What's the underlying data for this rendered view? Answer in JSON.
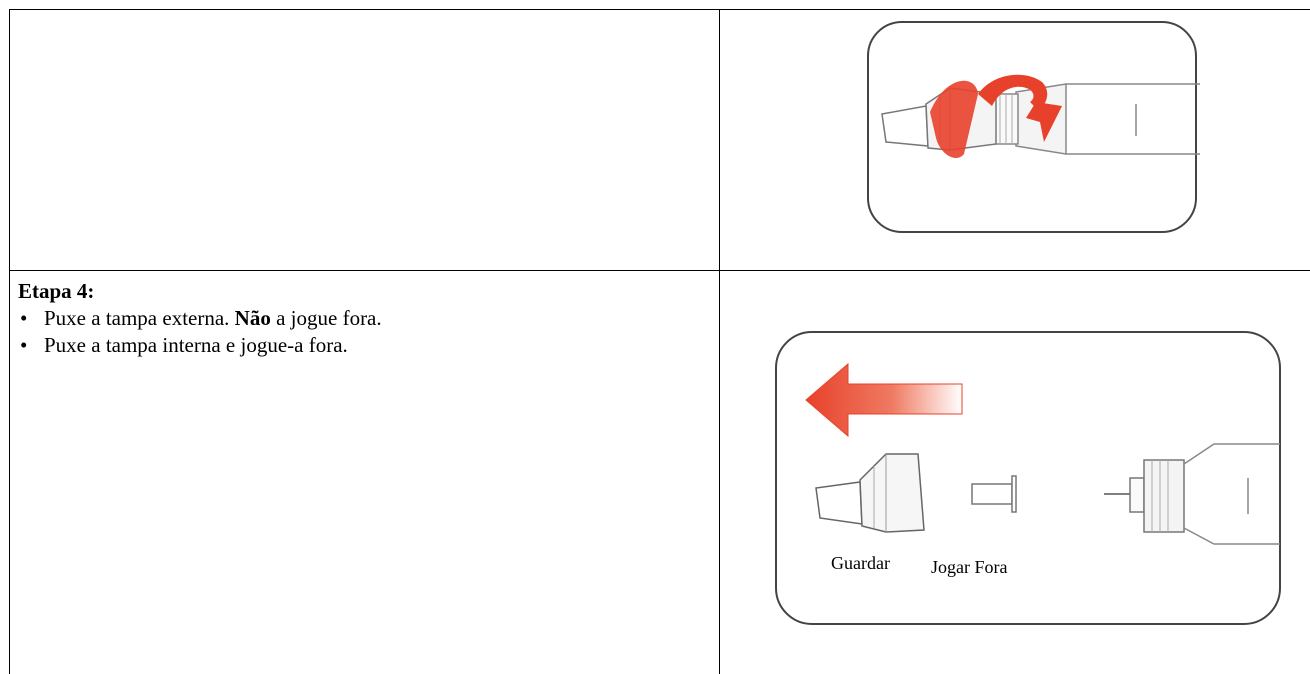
{
  "step": {
    "title": "Etapa 4:",
    "bullets": [
      {
        "text_a": "Puxe a tampa externa. ",
        "emphasis": "Não",
        "text_b": " a jogue fora."
      },
      {
        "text_a": "Puxe a tampa interna e jogue-a fora.",
        "emphasis": "",
        "text_b": ""
      }
    ],
    "bullet_symbol": "•"
  },
  "illustrations": {
    "top": {
      "icon": "pen-needle-twist-on-icon"
    },
    "bottom": {
      "icon": "pen-needle-cap-removal-icon",
      "caption_keep": "Guardar",
      "caption_discard": "Jogar Fora"
    }
  },
  "colors": {
    "arrow_red": "#e8412b",
    "line": "#000000",
    "outline": "#6b6b6b"
  }
}
